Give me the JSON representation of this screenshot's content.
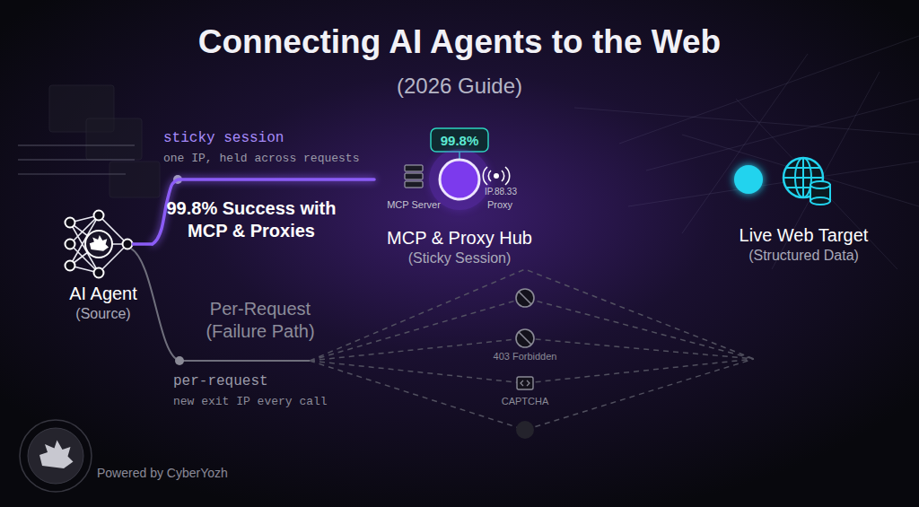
{
  "diagram": {
    "title": "Connecting AI Agents to the Web",
    "nodes": [
      {
        "text": [
          "AI Agent",
          "(Source)"
        ]
      },
      {
        "text": [
          "MCP & Proxy Hub",
          "(Sticky Session)"
        ]
      },
      {
        "text": [
          "Live Web Target",
          "(Structured Data)"
        ]
      }
    ],
    "edges": [
      {
        "from": 0,
        "to": 1,
        "arrow": "none",
        "label": "99.8% Success with MCP & Proxies"
      },
      {
        "from": 1,
        "to": 2,
        "arrow": "none"
      }
    ],
    "labels": [
      "(2026 Guide)",
      "sticky session",
      "one IP, held across requests",
      "99.8%",
      "MCP Server",
      "IP.88.33",
      "Proxy",
      "Per-Request (Failure Path)",
      "per-request",
      "new exit IP every call",
      "403 Forbidden",
      "CAPTCHA",
      "Powered by CyberYozh"
    ]
  }
}
